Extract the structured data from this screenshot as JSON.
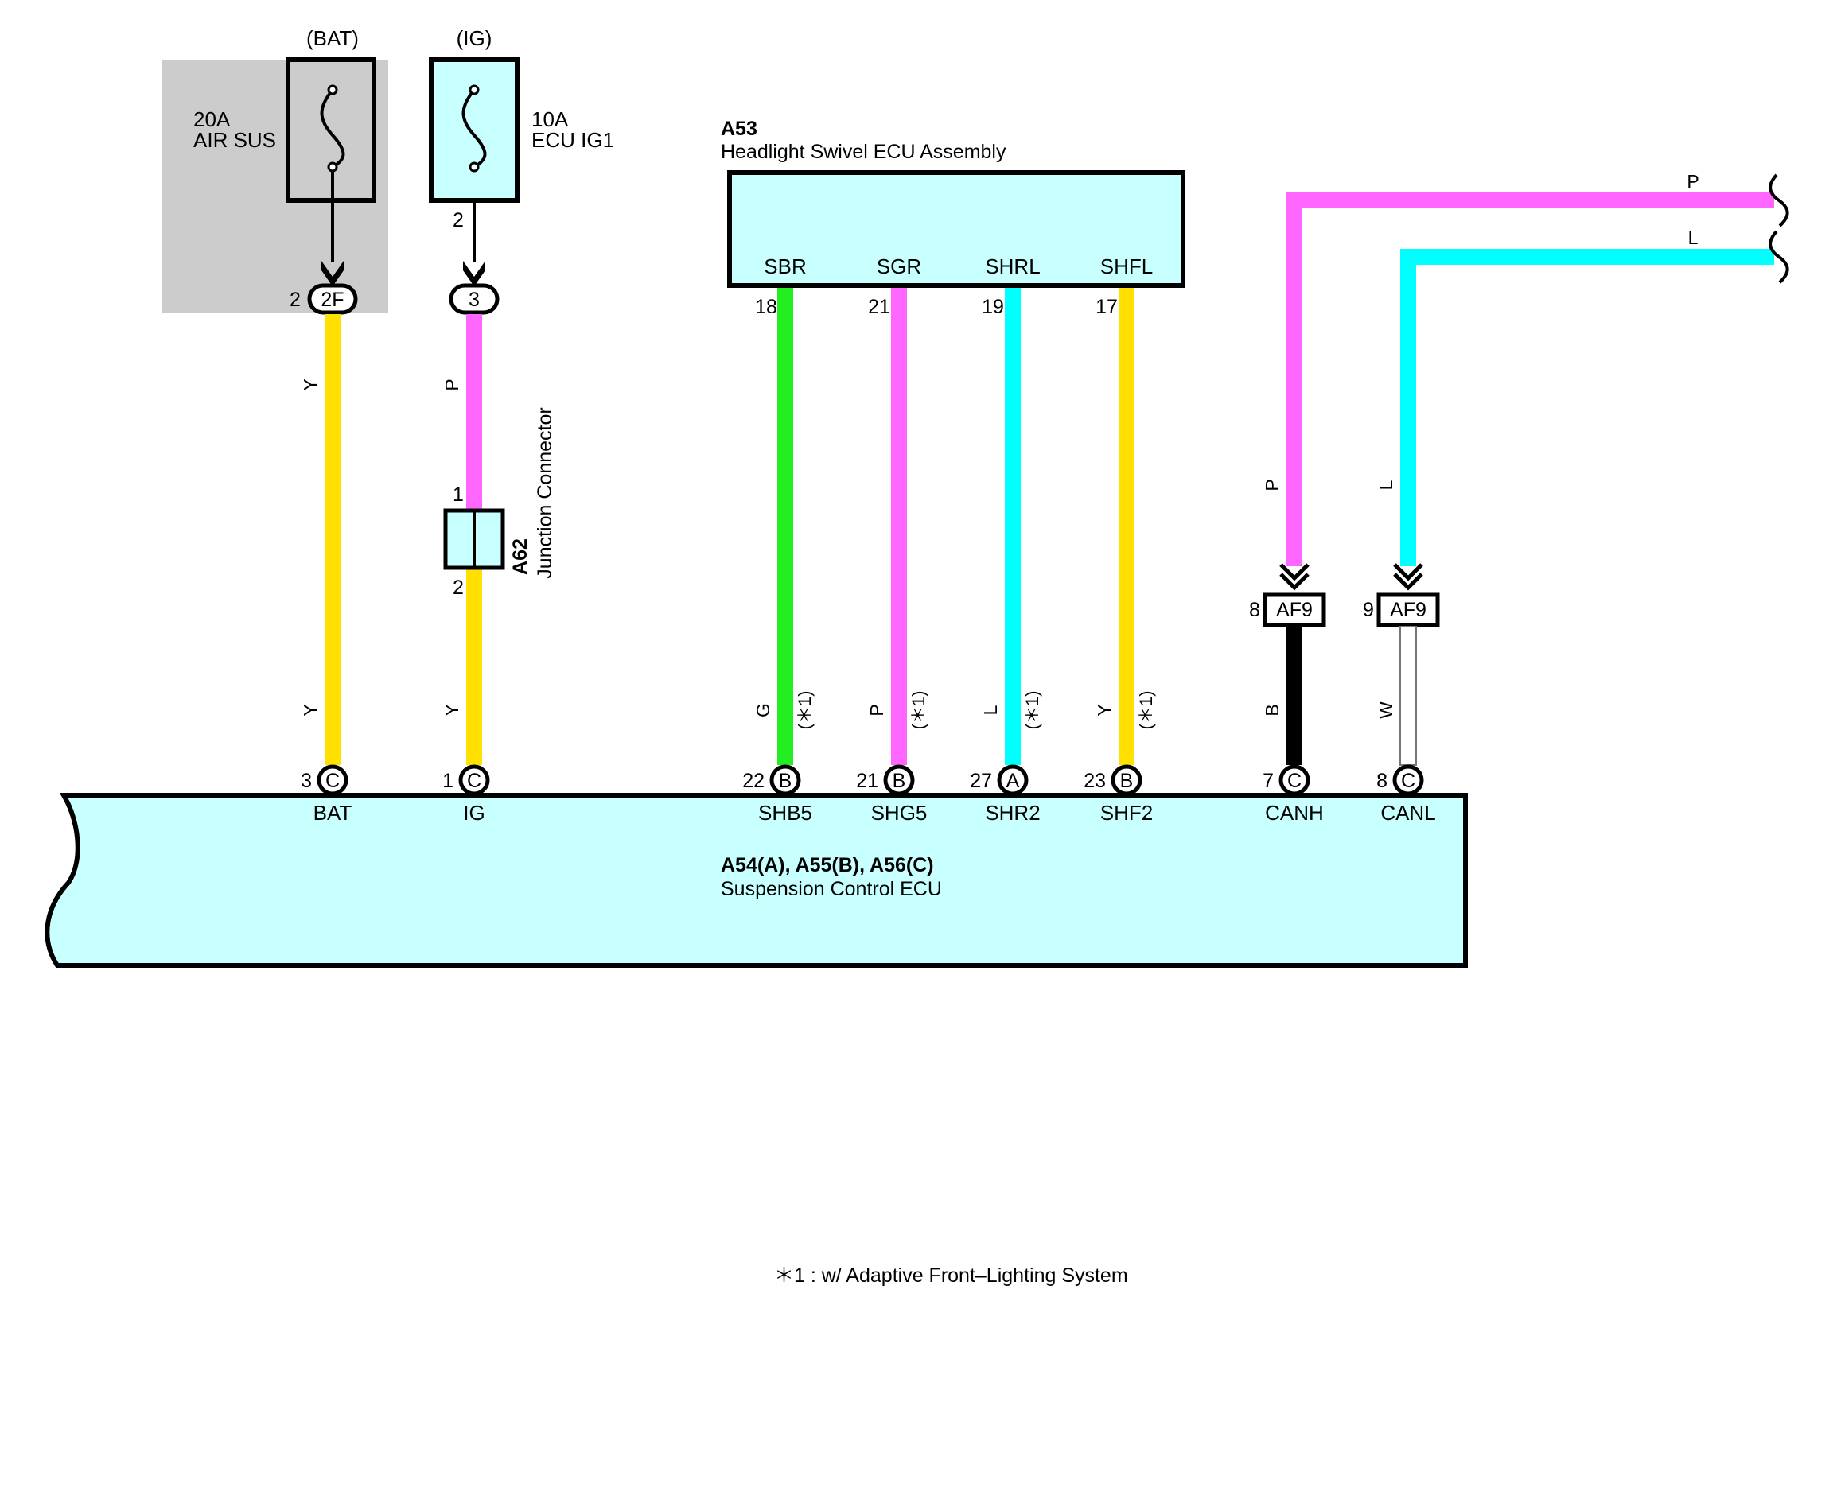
{
  "colors": {
    "Y": "#ffe000",
    "P": "#ff66ff",
    "G": "#22ee22",
    "L": "#00ffff",
    "B": "#000000",
    "W": "#ffffff",
    "ecu_fill": "#c8ffff",
    "fuse_bg": "#cccccc"
  },
  "fuses": {
    "bat": {
      "source": "(BAT)",
      "rating": "20A",
      "name": "AIR SUS",
      "pin": "2",
      "connector": "2F"
    },
    "ig": {
      "source": "(IG)",
      "rating": "10A",
      "name": "ECU IG1",
      "pin_above": "2",
      "connector": "3"
    }
  },
  "junction": {
    "id": "A62",
    "name": "Junction Connector",
    "pin_in": "1",
    "pin_out": "2"
  },
  "headlight_ecu": {
    "id": "A53",
    "name": "Headlight Swivel ECU Assembly",
    "terminals": [
      {
        "name": "SBR",
        "pin": "18"
      },
      {
        "name": "SGR",
        "pin": "21"
      },
      {
        "name": "SHRL",
        "pin": "19"
      },
      {
        "name": "SHFL",
        "pin": "17"
      }
    ]
  },
  "can": {
    "upper_wire": "P",
    "lower_wire": "L",
    "connectors": [
      {
        "pin": "8",
        "name": "AF9"
      },
      {
        "pin": "9",
        "name": "AF9"
      }
    ]
  },
  "wires": {
    "bat_upper": "Y",
    "bat_lower": "Y",
    "ig_upper": "P",
    "ig_lower": "Y",
    "shb5": "G",
    "shg5": "P",
    "shr2": "L",
    "shf2": "Y",
    "canh_upper": "P",
    "canl_upper": "L",
    "canh_lower": "B",
    "canl_lower": "W",
    "note_mark": "(＊1)"
  },
  "suspension_ecu": {
    "id": "A54(A), A55(B), A56(C)",
    "name": "Suspension Control ECU",
    "terminals": [
      {
        "pin": "3",
        "conn": "C",
        "name": "BAT"
      },
      {
        "pin": "1",
        "conn": "C",
        "name": "IG"
      },
      {
        "pin": "22",
        "conn": "B",
        "name": "SHB5"
      },
      {
        "pin": "21",
        "conn": "B",
        "name": "SHG5"
      },
      {
        "pin": "27",
        "conn": "A",
        "name": "SHR2"
      },
      {
        "pin": "23",
        "conn": "B",
        "name": "SHF2"
      },
      {
        "pin": "7",
        "conn": "C",
        "name": "CANH"
      },
      {
        "pin": "8",
        "conn": "C",
        "name": "CANL"
      }
    ]
  },
  "footnote": "＊1 : w/ Adaptive Front–Lighting System"
}
